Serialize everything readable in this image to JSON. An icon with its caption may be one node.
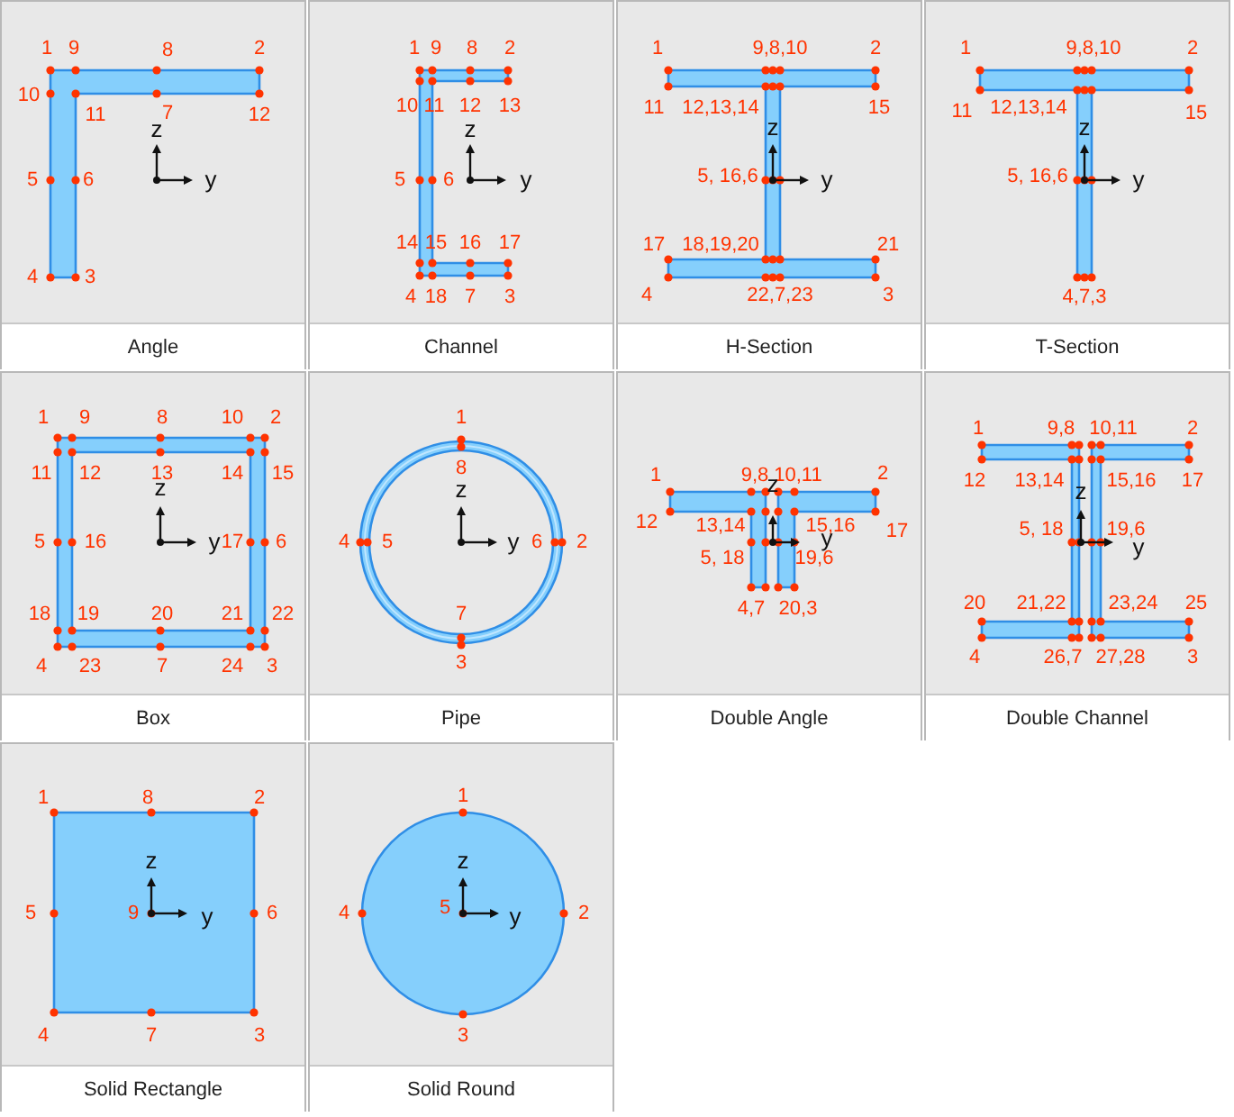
{
  "diagram": {
    "nodes": [
      {
        "text": [
          "Angle"
        ]
      },
      {
        "text": [
          "Channel"
        ]
      },
      {
        "text": [
          "H-Section"
        ]
      },
      {
        "text": [
          "T-Section"
        ]
      },
      {
        "text": [
          "Box"
        ]
      },
      {
        "text": [
          "Pipe"
        ]
      },
      {
        "text": [
          "Double Angle"
        ]
      },
      {
        "text": [
          "Double Channel"
        ]
      },
      {
        "text": [
          "Solid Rectangle"
        ]
      },
      {
        "text": [
          "Solid Round"
        ]
      }
    ],
    "labels": [
      "1",
      "9",
      "8",
      "2",
      "10",
      "11",
      "z",
      "7",
      "12",
      "5",
      "6",
      "y",
      "4",
      "3",
      "1",
      "9",
      "8",
      "2",
      "10",
      "11",
      "12",
      "13",
      "z",
      "5",
      "6",
      "y",
      "14",
      "15",
      "16",
      "17",
      "4",
      "18",
      "7",
      "3",
      "1",
      "9,8,10",
      "2",
      "11",
      "12,13,14",
      "15",
      "z",
      "5, 16,6",
      "y",
      "17",
      "18,19,20",
      "21",
      "4",
      "22,7,23",
      "3",
      "1",
      "9,8,10",
      "2",
      "11",
      "12,13,14",
      "15",
      "z",
      "5, 16,6",
      "y",
      "4,7,3",
      "1",
      "9",
      "8",
      "10",
      "2",
      "11",
      "12",
      "13",
      "14",
      "15",
      "z",
      "5",
      "16",
      "y",
      "17",
      "6",
      "18",
      "19",
      "20",
      "21",
      "22",
      "4",
      "23",
      "7",
      "24",
      "3",
      "1",
      "8",
      "z",
      "4",
      "5",
      "y",
      "6",
      "2",
      "7",
      "3",
      "1",
      "9,8",
      "10,11",
      "2",
      "z",
      "12",
      "13,14",
      "15,16",
      "17",
      "y",
      "5, 18",
      "19,6",
      "4,7",
      "20,3",
      "1",
      "9,8",
      "10,11",
      "2",
      "12",
      "13,14",
      "15,16",
      "17",
      "z",
      "5, 18",
      "19,6",
      "y",
      "20",
      "21,22",
      "23,24",
      "25",
      "4",
      "26,7",
      "27,28",
      "3",
      "1",
      "8",
      "2",
      "z",
      "5",
      "9",
      "y",
      "6",
      "4",
      "7",
      "3",
      "1",
      "z",
      "4",
      "5",
      "y",
      "2",
      "3"
    ]
  }
}
